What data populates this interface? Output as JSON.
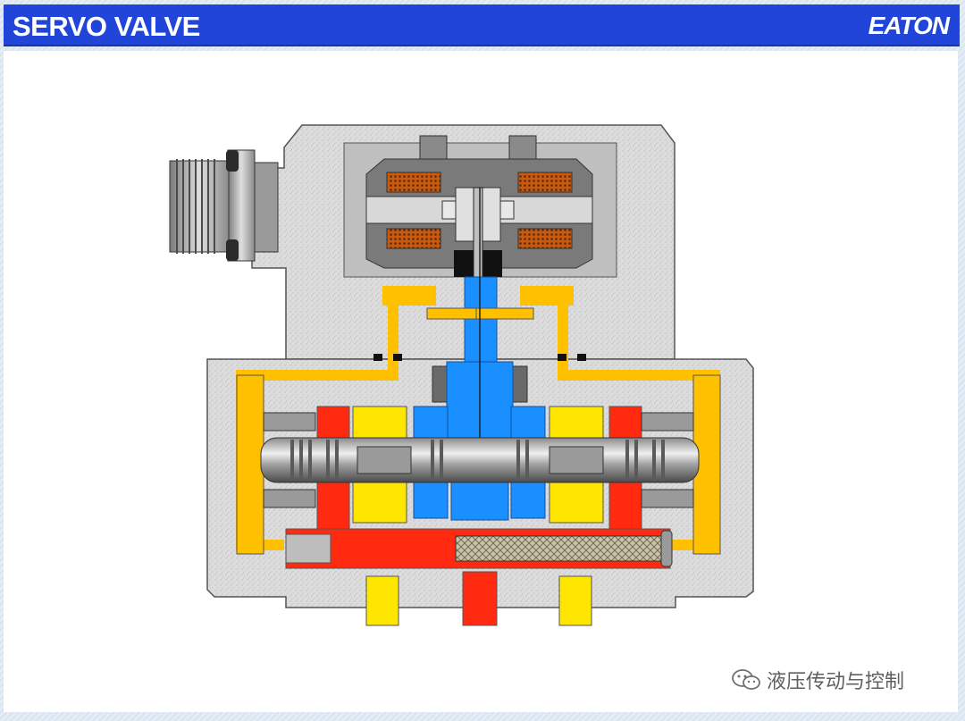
{
  "header": {
    "title": "SERVO VALVE",
    "logo": "EATON"
  },
  "watermark": {
    "text": "液压传动与控制",
    "icon": "wechat-icon"
  },
  "colors": {
    "header_bg": "#2045d8",
    "pressure": "#ff2a10",
    "return": "#ffe600",
    "control": "#ffc000",
    "pilot": "#1a8fff",
    "body": "#d4d4d4",
    "magnet": "#707070"
  }
}
